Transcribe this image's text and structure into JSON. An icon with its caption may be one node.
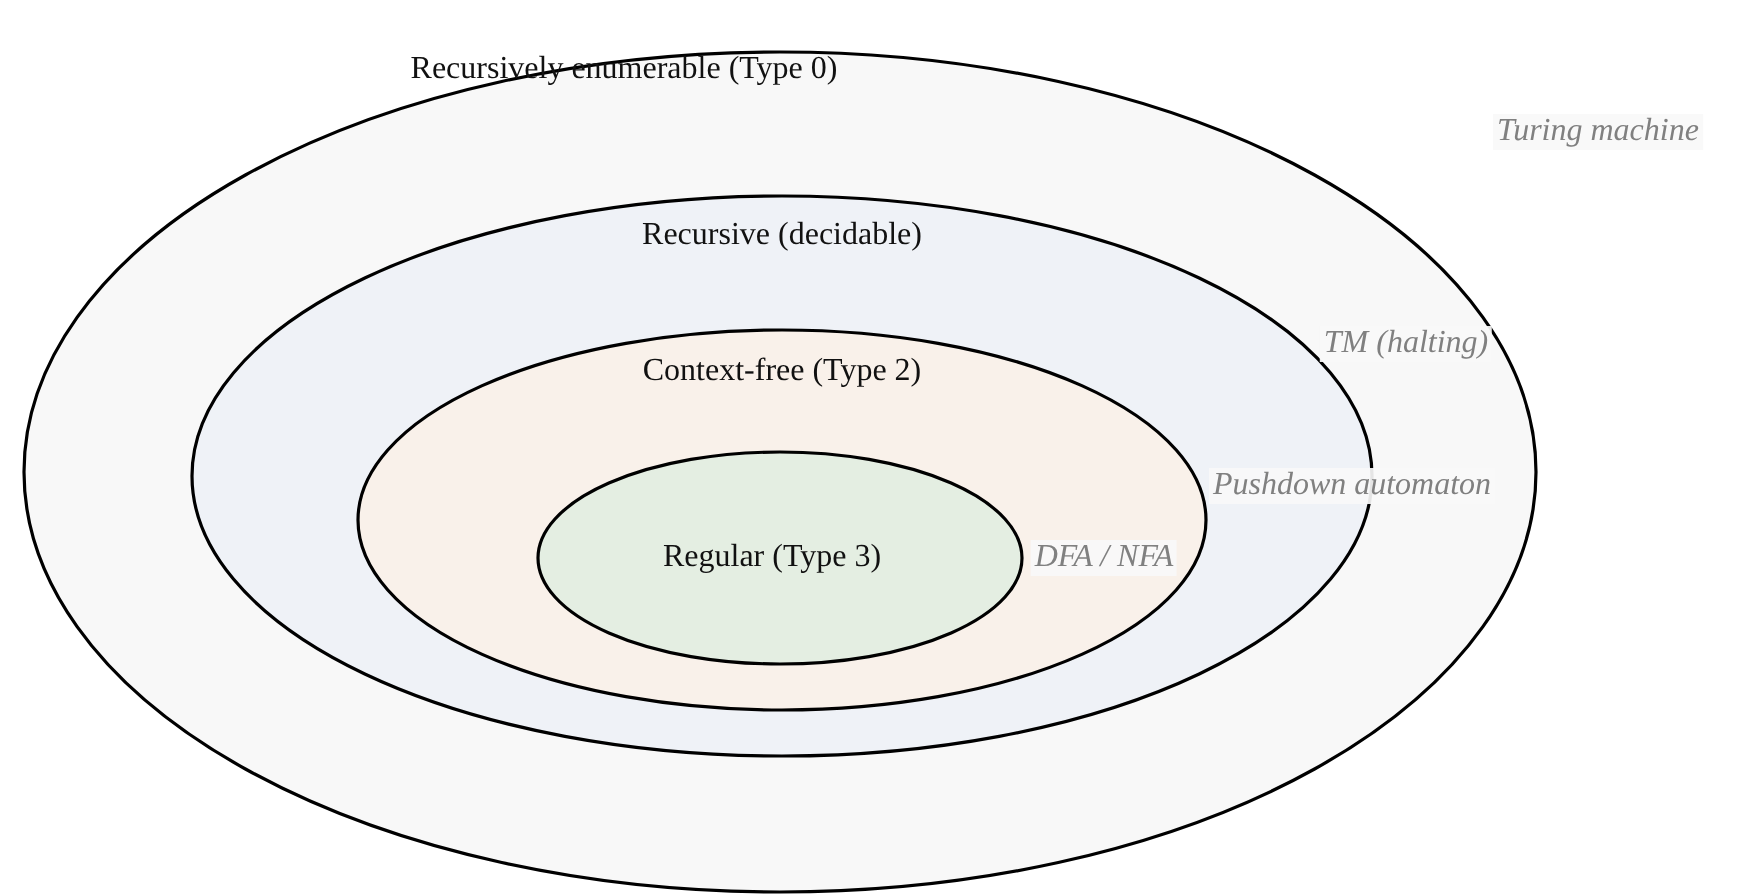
{
  "diagram": {
    "nodes": [
      {
        "text": [
          "Recursively enumerable (Type 0)"
        ],
        "beside": [
          "Turing machine"
        ]
      },
      {
        "text": [
          "Recursive (decidable)"
        ],
        "beside": [
          "TM (halting)"
        ],
        "in": 0
      },
      {
        "text": [
          "Context-free (Type 2)"
        ],
        "beside": [
          "Pushdown automaton"
        ],
        "in": 1
      },
      {
        "text": [
          "Regular (Type 3)"
        ],
        "beside": [
          "DFA / NFA"
        ],
        "in": 2
      }
    ]
  }
}
